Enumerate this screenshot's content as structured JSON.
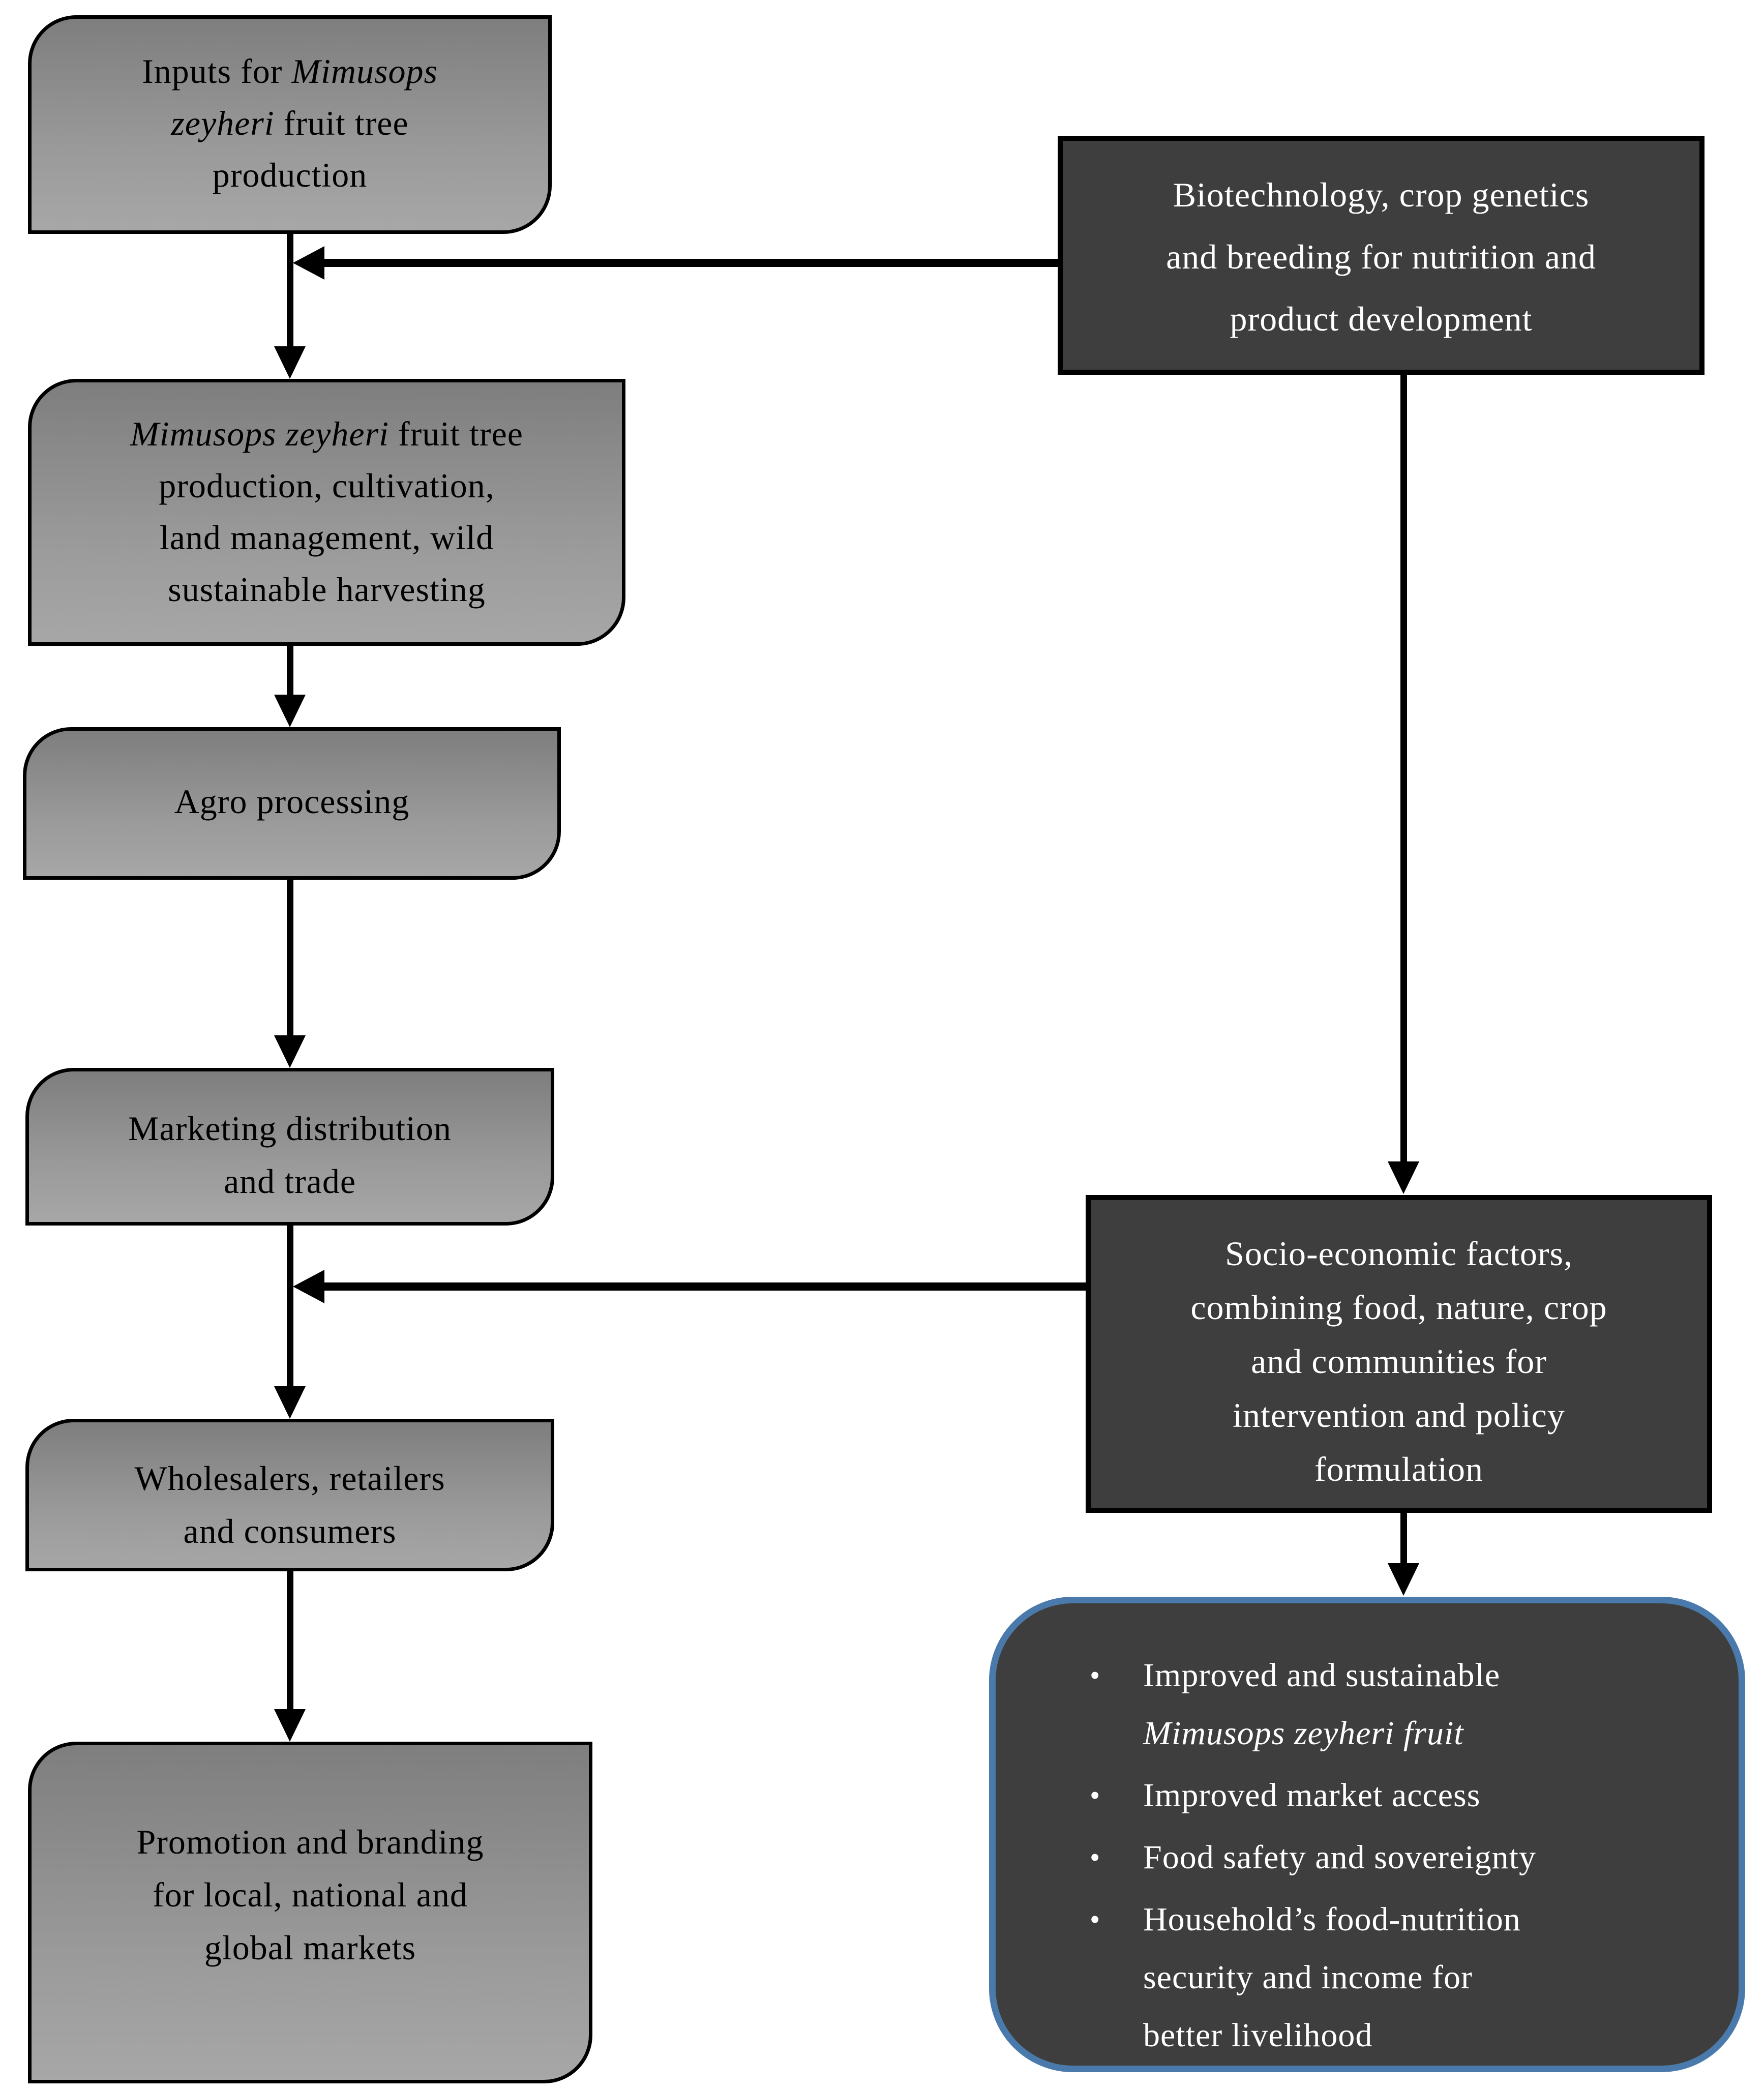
{
  "figure": {
    "type": "flow-diagram",
    "background": "#ffffff"
  },
  "palette": {
    "gray_box_top": "#7e7e7e",
    "gray_box_bottom": "#a7a7a7",
    "dark_box_fill": "#3e3e3e",
    "outline_black": "#000000",
    "accent_blue_border": "#4a7aab",
    "text_on_dark": "#ffffff",
    "text_on_gray": "#000000"
  },
  "icons": {
    "bullet": "•"
  },
  "left_boxes": [
    {
      "name": "inputs",
      "lines": [
        {
          "t": "Inputs for ",
          "i": "Mimusops"
        },
        {
          "i": "zeyheri",
          "t2": " fruit tree"
        },
        {
          "t": "production"
        }
      ]
    },
    {
      "name": "production",
      "lines": [
        {
          "i": "Mimusops zeyheri",
          "t2": " fruit tree"
        },
        {
          "t": "production, cultivation,"
        },
        {
          "t": "land management, wild"
        },
        {
          "t": "sustainable harvesting"
        }
      ]
    },
    {
      "name": "agro",
      "lines": [
        {
          "t": "Agro processing"
        }
      ]
    },
    {
      "name": "marketing",
      "lines": [
        {
          "t": "Marketing distribution"
        },
        {
          "t": "and trade"
        }
      ]
    },
    {
      "name": "wholesalers",
      "lines": [
        {
          "t": "Wholesalers, retailers"
        },
        {
          "t": "and consumers"
        }
      ]
    },
    {
      "name": "promotion",
      "lines": [
        {
          "t": "Promotion and branding"
        },
        {
          "t": "for local, national and"
        },
        {
          "t": "global markets"
        }
      ]
    }
  ],
  "right_boxes": {
    "biotech": {
      "lines": [
        {
          "t": "Biotechnology, crop genetics"
        },
        {
          "t": "and breeding for nutrition and"
        },
        {
          "t": "product development"
        }
      ]
    },
    "socio": {
      "lines": [
        {
          "t": "Socio-economic factors,"
        },
        {
          "t": "combining food, nature, crop"
        },
        {
          "t": "and communities for"
        },
        {
          "t": "intervention and policy"
        },
        {
          "t": "formulation"
        }
      ]
    },
    "outcomes": {
      "items": [
        {
          "lines": [
            {
              "t": "Improved and sustainable"
            },
            {
              "i": "Mimusops zeyheri fruit"
            }
          ]
        },
        {
          "lines": [
            {
              "t": "Improved market access"
            }
          ]
        },
        {
          "lines": [
            {
              "t": "Food safety and sovereignty"
            }
          ]
        },
        {
          "lines": [
            {
              "t": "Household’s food-nutrition"
            },
            {
              "t": "security and income for"
            },
            {
              "t": "better livelihood"
            }
          ]
        }
      ]
    }
  }
}
